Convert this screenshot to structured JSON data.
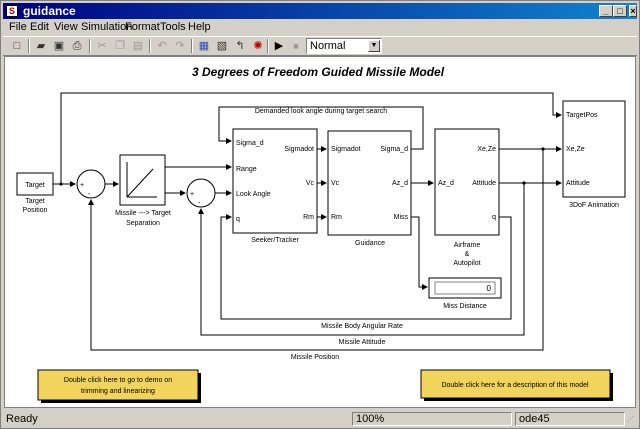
{
  "window": {
    "title": "guidance"
  },
  "menu": [
    "File",
    "Edit",
    "View",
    "Simulation",
    "Format",
    "Tools",
    "Help"
  ],
  "toolbar": {
    "sim_mode": "Normal"
  },
  "model": {
    "title": "3 Degrees of Freedom Guided Missile Model",
    "blocks": {
      "target": "Target",
      "target_caption": [
        "Target",
        "Position"
      ],
      "sep_caption": [
        "Missile ---> Target",
        "Separation"
      ],
      "seeker_caption": "Seeker/Tracker",
      "seeker_in": [
        "Sigma_d",
        "Range",
        "Look Angle",
        "q"
      ],
      "seeker_out": [
        "Sigmadot",
        "Vc",
        "Rm"
      ],
      "guid_caption": "Guidance",
      "guid_in": [
        "Sigmadot",
        "Vc",
        "Rm"
      ],
      "guid_out": [
        "Sigma_d",
        "Az_d",
        "Miss"
      ],
      "air_caption": [
        "Airframe",
        "&",
        "Autopilot"
      ],
      "air_in": "Az_d",
      "air_out": [
        "Xe,Ze",
        "Attitude",
        "q"
      ],
      "anim_caption": "3DoF Animation",
      "anim_in": [
        "TargetPos",
        "Xe,Ze",
        "Attitude"
      ],
      "miss_value": "0",
      "miss_caption": "Miss Distance"
    },
    "signals": {
      "demanded": "Demanded look angle during target search",
      "body_rate": "Missile Body Angular Rate",
      "attitude": "Missile Attitude",
      "position": "Missile Position"
    },
    "notes": {
      "left": [
        "Double click here to go to demo on",
        "trimming and linearizing"
      ],
      "right": "Double click here for a description of this model"
    }
  },
  "status": {
    "state": "Ready",
    "zoom": "100%",
    "solver": "ode45"
  }
}
